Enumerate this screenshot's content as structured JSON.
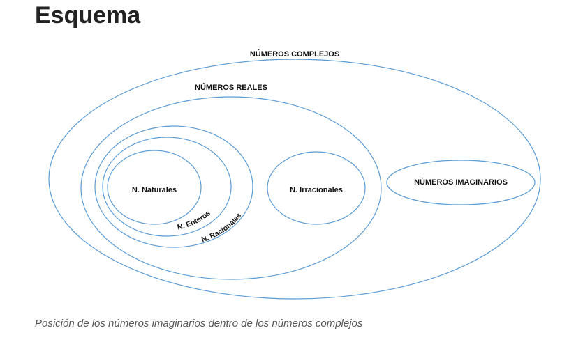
{
  "heading": "Esquema",
  "diagram": {
    "complejos_label": "NÚMEROS COMPLEJOS",
    "reales_label": "NÚMEROS REALES",
    "naturales_label": "N. Naturales",
    "enteros_label": "N. Enteros",
    "racionales_label": "N. Racionales",
    "irracionales_label": "N. Irracionales",
    "imaginarios_label": "NÚMEROS IMAGINARIOS",
    "stroke_color": "#5b9bd5"
  },
  "caption": "Posición de los números imaginarios dentro de los números complejos"
}
